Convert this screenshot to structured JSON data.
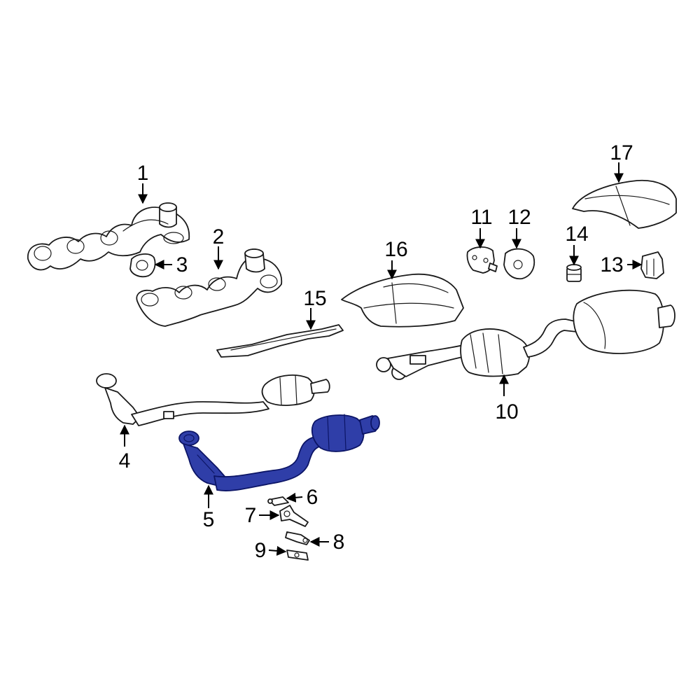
{
  "diagram": {
    "highlight_color": "#2f3ea8",
    "line_color": "#1a1a1a",
    "highlighted_part": "5",
    "callouts": {
      "c1": "1",
      "c2": "2",
      "c3": "3",
      "c4": "4",
      "c5": "5",
      "c6": "6",
      "c7": "7",
      "c8": "8",
      "c9": "9",
      "c10": "10",
      "c11": "11",
      "c12": "12",
      "c13": "13",
      "c14": "14",
      "c15": "15",
      "c16": "16",
      "c17": "17"
    }
  }
}
